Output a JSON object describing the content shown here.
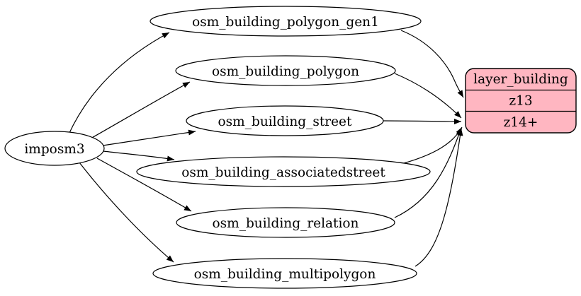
{
  "diagram": {
    "kind": "etl-graph",
    "source_node": {
      "label": "imposm3"
    },
    "table_nodes": {
      "polygon_gen1": {
        "label": "osm_building_polygon_gen1"
      },
      "polygon": {
        "label": "osm_building_polygon"
      },
      "street": {
        "label": "osm_building_street"
      },
      "associatedstreet": {
        "label": "osm_building_associatedstreet"
      },
      "relation": {
        "label": "osm_building_relation"
      },
      "multipolygon": {
        "label": "osm_building_multipolygon"
      }
    },
    "layer_node": {
      "title": "layer_building",
      "zoom_rows": {
        "z13": "z13",
        "z14plus": "z14+"
      },
      "fill_color": "#ffb6c1",
      "border_color": "#000000"
    },
    "edges": [
      {
        "from": "imposm3",
        "to": "osm_building_polygon_gen1"
      },
      {
        "from": "imposm3",
        "to": "osm_building_polygon"
      },
      {
        "from": "imposm3",
        "to": "osm_building_street"
      },
      {
        "from": "imposm3",
        "to": "osm_building_associatedstreet"
      },
      {
        "from": "imposm3",
        "to": "osm_building_relation"
      },
      {
        "from": "imposm3",
        "to": "osm_building_multipolygon"
      },
      {
        "from": "osm_building_polygon_gen1",
        "to": "layer_building:z13"
      },
      {
        "from": "osm_building_polygon",
        "to": "layer_building:z14+"
      },
      {
        "from": "osm_building_street",
        "to": "layer_building:z14+"
      },
      {
        "from": "osm_building_associatedstreet",
        "to": "layer_building:z14+"
      },
      {
        "from": "osm_building_relation",
        "to": "layer_building:z14+"
      },
      {
        "from": "osm_building_multipolygon",
        "to": "layer_building:z14+"
      }
    ]
  }
}
